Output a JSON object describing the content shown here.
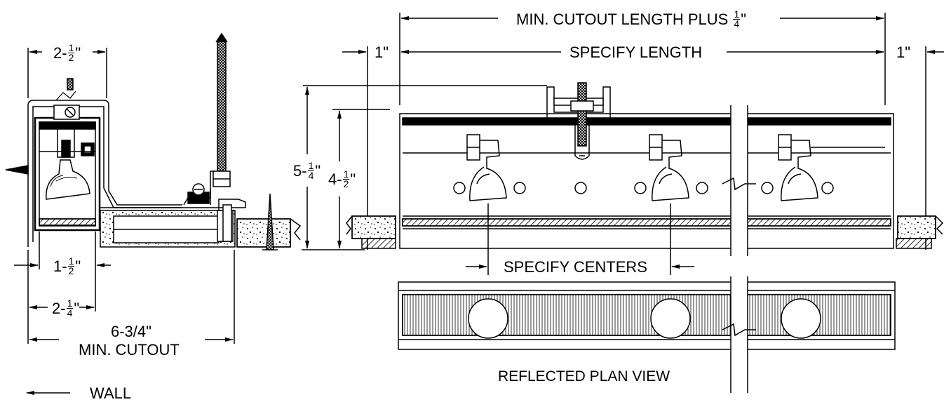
{
  "section": {
    "top_width": {
      "whole": "2-",
      "num": "1",
      "den": "2",
      "unit": "\""
    },
    "inner_width": {
      "whole": "1-",
      "num": "1",
      "den": "2",
      "unit": "\""
    },
    "mid_width": {
      "whole": "2-",
      "num": "1",
      "den": "4",
      "unit": "\""
    },
    "cutout_value": "6-3/4\"",
    "cutout_label": "MIN. CUTOUT",
    "wall_label": "WALL"
  },
  "elevation": {
    "min_cutout": {
      "text": "MIN. CUTOUT LENGTH PLUS",
      "num": "1",
      "den": "4",
      "unit": "\""
    },
    "specify_length": "SPECIFY LENGTH",
    "left_gap": "1\"",
    "right_gap": "1\"",
    "overall_height": {
      "whole": "5-",
      "num": "1",
      "den": "4",
      "unit": "\""
    },
    "inner_height": {
      "whole": "4-",
      "num": "1",
      "den": "2",
      "unit": "\""
    },
    "specify_centers": "SPECIFY CENTERS"
  },
  "plan": {
    "title": "REFLECTED PLAN VIEW"
  }
}
